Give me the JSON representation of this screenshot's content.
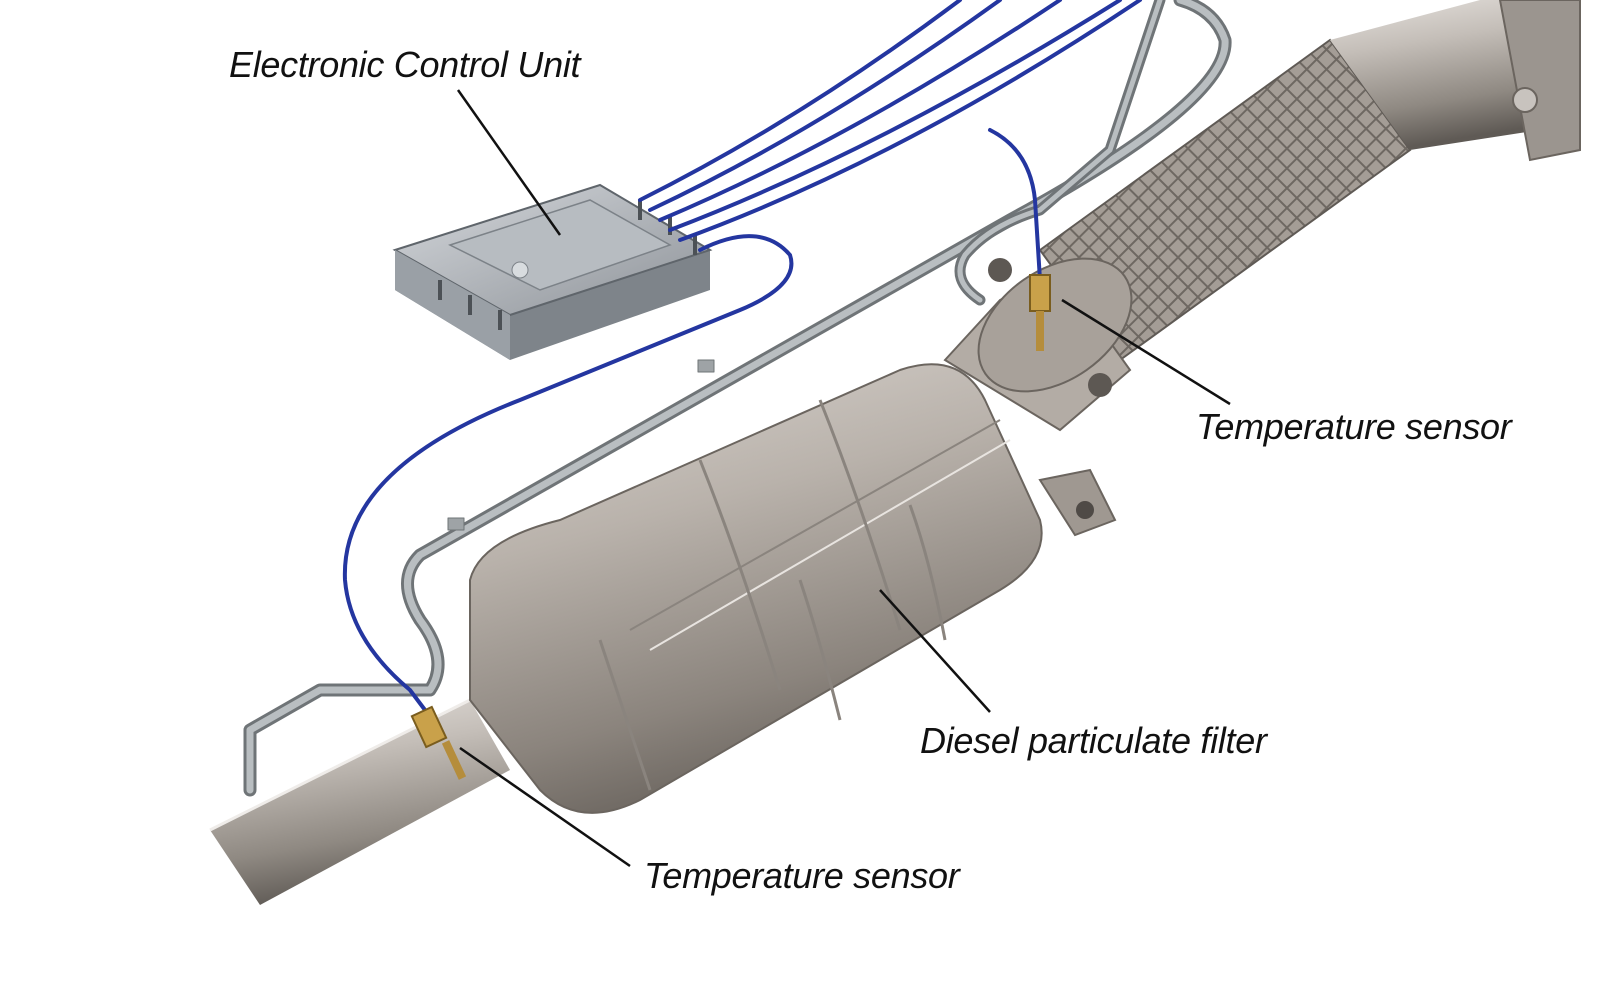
{
  "diagram": {
    "labels": {
      "ecu": "Electronic Control Unit",
      "temp_sensor_upstream": "Temperature sensor",
      "dpf": "Diesel particulate filter",
      "temp_sensor_downstream": "Temperature sensor"
    },
    "colors": {
      "background": "#ffffff",
      "metal": "#b8b1aa",
      "metal_dark": "#7f7972",
      "wire_blue": "#2436a0",
      "tube_gray": "#8e9396",
      "sensor_brass": "#c9a14a",
      "leader_line": "#111111"
    }
  }
}
